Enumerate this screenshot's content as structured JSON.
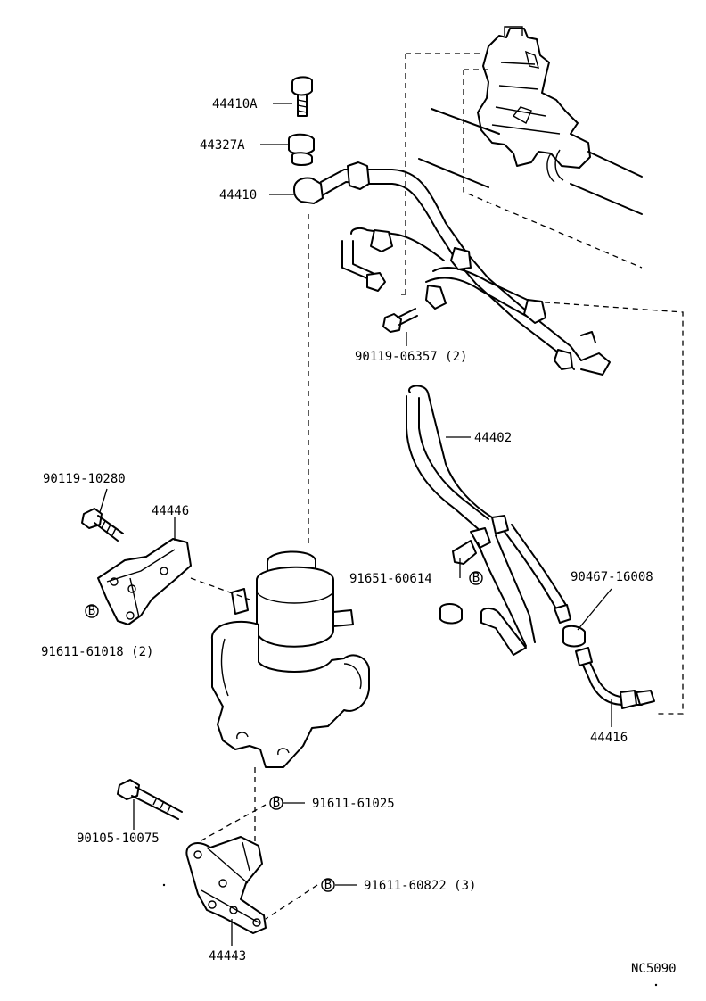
{
  "diagram_code": "NC5090",
  "labels": {
    "p44410A": "44410A",
    "p44327A": "44327A",
    "p44410": "44410",
    "p90119_06357": "90119-06357 (2)",
    "p44402": "44402",
    "p90119_10280": "90119-10280",
    "p44446": "44446",
    "p91651_60614": "91651-60614",
    "p90467_16008": "90467-16008",
    "p91611_61018": "91611-61018 (2)",
    "p44416": "44416",
    "p91611_61025": "91611-61025",
    "p90105_10075": "90105-10075",
    "p91611_60822": "91611-60822 (3)",
    "p44443": "44443"
  },
  "badge_letter": "B"
}
